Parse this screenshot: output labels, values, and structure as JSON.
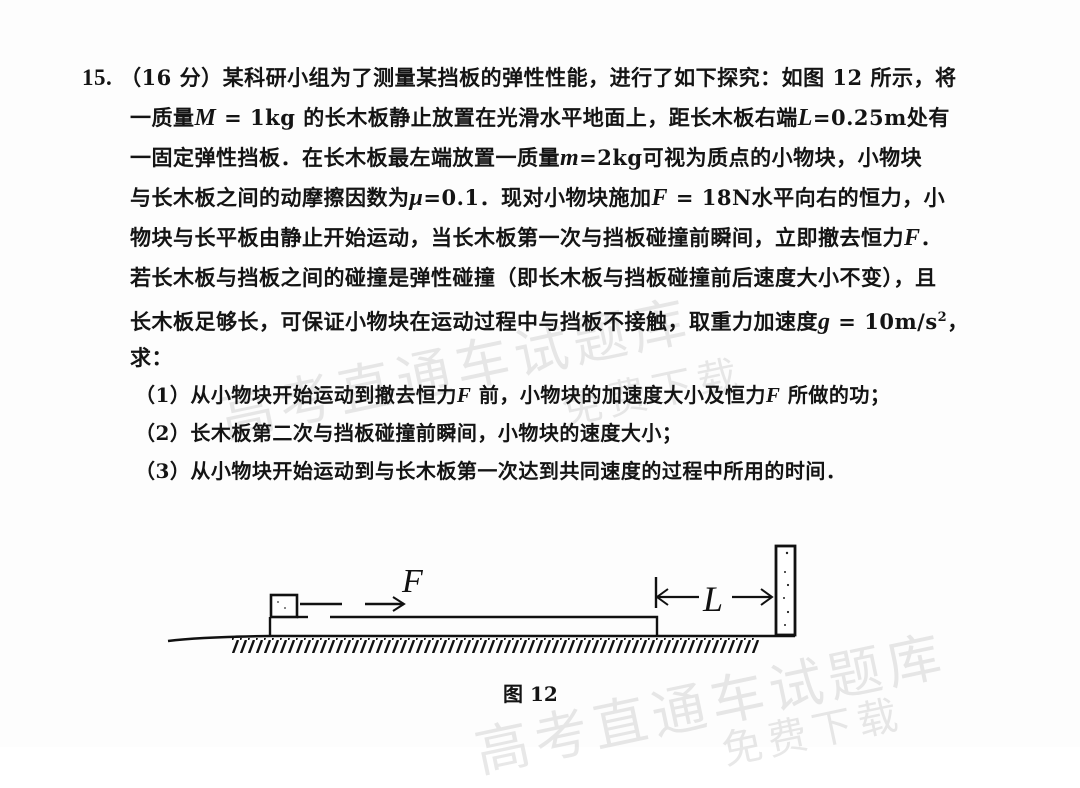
{
  "question": {
    "number": "15.",
    "points": "（16 分）",
    "lines": [
      "某科研小组为了测量某挡板的弹性性能，进行了如下探究：如图 12 所示，将",
      "一质量",
      "的长木板静止放置在光滑水平地面上，距长木板右端",
      "处有",
      "一固定弹性挡板．在长木板最左端放置一质量",
      "可视为质点的小物块，小物块",
      "与长木板之间的动摩擦因数为",
      "．现对小物块施加",
      "水平向右的恒力，小",
      "物块与长平板由静止开始运动，当长木板第一次与挡板碰撞前瞬间，立即撤去恒力",
      "．",
      "若长木板与挡板之间的碰撞是弹性碰撞（即长木板与挡板碰撞前后速度大小不变），且",
      "长木板足够长，可保证小物块在运动过程中与挡板不接触，取重力加速度",
      "，",
      "求："
    ],
    "vars": {
      "M": "M",
      "M_val": " = 1kg ",
      "L": "L",
      "L_val": "=0.25m",
      "m": "m",
      "m_val": "=2kg",
      "mu": "μ",
      "mu_val": "=0.1",
      "F": "F",
      "F_val": " = 18N",
      "g": "g",
      "g_val": " = 10m/s",
      "g_exp": "2"
    },
    "subquestions": [
      {
        "label": "（1）",
        "text_before": "从小物块开始运动到撤去恒力",
        "var": "F",
        "text_mid": " 前，小物块的加速度大小及恒力",
        "var2": "F",
        "text_after": " 所做的功；"
      },
      {
        "label": "（2）",
        "text": "长木板第二次与挡板碰撞前瞬间，小物块的速度大小；"
      },
      {
        "label": "（3）",
        "text": "从小物块开始运动到与长木板第一次达到共同速度的过程中所用的时间．"
      }
    ]
  },
  "figure": {
    "caption": "图 12",
    "force_label": "F",
    "distance_label": "L"
  },
  "watermark": {
    "line1": "高考直通车试题库",
    "line2": "免费下载"
  }
}
